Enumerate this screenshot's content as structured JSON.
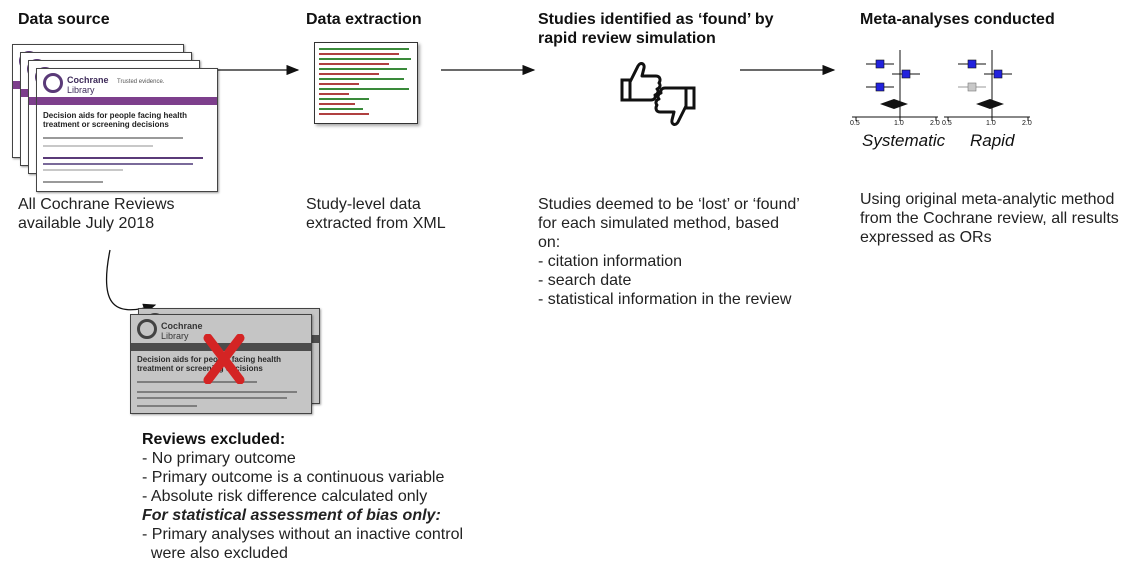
{
  "columns": {
    "data_source": {
      "heading": "Data source",
      "description_lines": [
        "All Cochrane Reviews",
        "available July 2018"
      ]
    },
    "data_extraction": {
      "heading": "Data extraction",
      "description_lines": [
        "Study-level data",
        "extracted from XML"
      ]
    },
    "studies_identified": {
      "heading_lines": [
        "Studies identified as ‘found’ by",
        "rapid review simulation"
      ],
      "description_lines": [
        "Studies deemed to be ‘lost’ or ‘found’",
        "for each simulated method, based",
        "on:",
        "- citation information",
        "- search date",
        "- statistical information in the review"
      ]
    },
    "meta_analyses": {
      "heading": "Meta-analyses conducted",
      "description_lines": [
        "Using original meta-analytic method",
        "from the Cochrane review, all results",
        "expressed as ORs"
      ],
      "plots": [
        {
          "label": "Systematic",
          "ticks": [
            "0.5",
            "1.0",
            "2.0"
          ]
        },
        {
          "label": "Rapid",
          "ticks": [
            "0.5",
            "1.0",
            "2.0"
          ]
        }
      ]
    }
  },
  "thumbnail": {
    "brand": "Cochrane",
    "brand_sub": "Library",
    "tagline": "Trusted evidence.",
    "title": "Decision aids for people facing health treatment or screening decisions"
  },
  "excluded": {
    "heading": "Reviews excluded:",
    "items": [
      "- No primary outcome",
      "- Primary outcome is a continuous variable",
      "- Absolute risk difference calculated only"
    ],
    "bias_heading": "For statistical assessment of bias only:",
    "bias_items": [
      "- Primary analyses without an inactive control",
      "  were also excluded"
    ]
  },
  "colors": {
    "cochrane_purple": "#7d3f8c",
    "forest_square": "#2222dd",
    "forest_square_lost": "#c8c8c8",
    "exclusion_x": "#d42424"
  },
  "icons": [
    "thumbs-up-icon",
    "thumbs-down-icon",
    "red-x-icon"
  ]
}
